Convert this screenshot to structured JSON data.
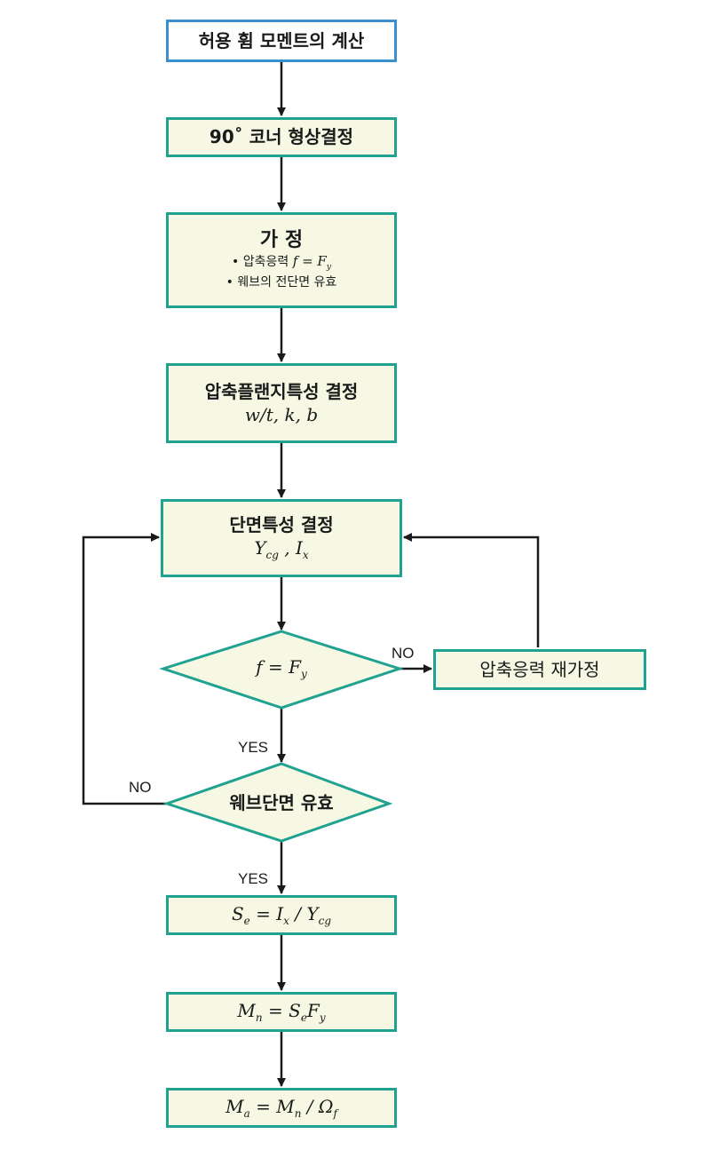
{
  "start": "허용 휨 모멘트의 계산",
  "corner": "90˚ 코너 형상결정",
  "assume": {
    "title": "가 정",
    "item1_text": "압축응력",
    "item1_math": "f = Fy",
    "item2": "웨브의 전단면 유효"
  },
  "flange": {
    "title": "압축플랜지특성 결정",
    "params": "w/t, k, b"
  },
  "section": {
    "title": "단면특성 결정",
    "params": "Ycg , Ix"
  },
  "decision1": "f = Fy",
  "reassume": "압축응력 재가정",
  "decision2": "웨브단면 유효",
  "labels": {
    "no1": "NO",
    "yes1": "YES",
    "no2": "NO",
    "yes2": "YES"
  },
  "formula_se": "Se = Ix / Ycg",
  "formula_mn": "Mn = SeFy",
  "formula_ma": "Ma = Mn / Ωf",
  "colors": {
    "border": "#20a291",
    "start_border": "#3a8fd0",
    "fill": "#f7f8e3"
  }
}
